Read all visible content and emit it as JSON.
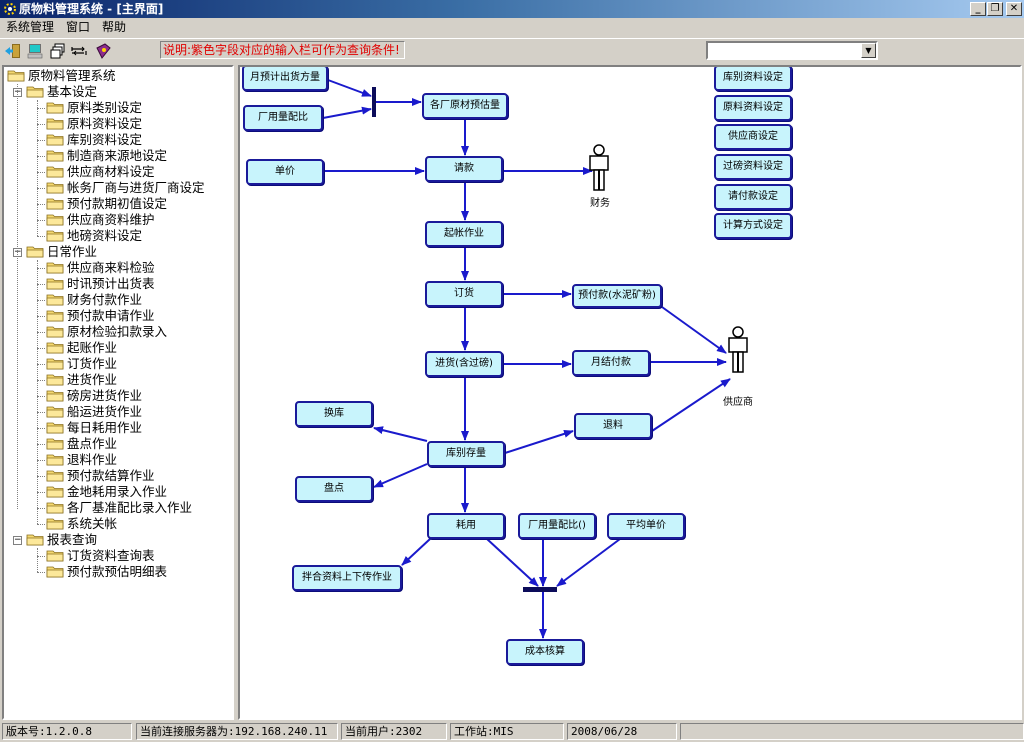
{
  "window": {
    "title": "原物料管理系统 - [主界面]",
    "buttons": {
      "minimize": "_",
      "restore": "❐",
      "close": "✕"
    }
  },
  "menu": [
    "系统管理",
    "窗口",
    "帮助"
  ],
  "toolbar": {
    "icons": [
      "exit-door-icon",
      "computer-icon",
      "cascade-windows-icon",
      "tile-windows-icon",
      "help-book-icon"
    ],
    "hint": "说明:紫色字段对应的输入栏可作为查询条件!",
    "combo_value": ""
  },
  "tree": {
    "root": "原物料管理系统",
    "groups": [
      {
        "label": "基本设定",
        "items": [
          "原料类别设定",
          "原料资料设定",
          "库别资料设定",
          "制造商来源地设定",
          "供应商材料设定",
          "帐务厂商与进货厂商设定",
          "预付款期初值设定",
          "供应商资料维护",
          "地磅资料设定"
        ]
      },
      {
        "label": "日常作业",
        "items": [
          "供应商来料检验",
          "时讯预计出货表",
          "财务付款作业",
          "预付款申请作业",
          "原材检验扣款录入",
          "起账作业",
          "订货作业",
          "进货作业",
          "磅房进货作业",
          "船运进货作业",
          "每日耗用作业",
          "盘点作业",
          "退料作业",
          "预付款结算作业",
          "金地耗用录入作业",
          "各厂基准配比录入作业",
          "系统关帐"
        ]
      },
      {
        "label": "报表查询",
        "items": [
          "订货资料查询表",
          "预付款预估明细表"
        ]
      }
    ]
  },
  "diagram": {
    "nodes": {
      "monthly_forecast": "月预计出货方量",
      "factory_ratio": "厂用量配比",
      "estimate": "各厂原材预估量",
      "unit_price": "单价",
      "request_payment": "请款",
      "start_account": "起帐作业",
      "order": "订货",
      "prepay": "预付款(水泥矿粉)",
      "receive": "进货(含过磅)",
      "monthly_pay": "月结付款",
      "transfer": "换库",
      "stock": "库别存量",
      "return": "退料",
      "inventory": "盘点",
      "consume": "耗用",
      "factory_ratio2": "厂用量配比()",
      "avg_price": "平均单价",
      "mix_upload": "拌合资料上下传作业",
      "cost": "成本核算",
      "set_warehouse": "库别资料设定",
      "set_material": "原料资料设定",
      "set_supplier": "供应商设定",
      "set_scale": "过磅资料设定",
      "set_payment": "请付款设定",
      "set_calc": "计算方式设定"
    },
    "actors": {
      "finance": "财务",
      "supplier": "供应商"
    },
    "colors": {
      "node_fill": "#c8f4fc",
      "node_border": "#1a1a9a",
      "arrow": "#1a1acc",
      "bar": "#0c0c5a"
    }
  },
  "status": {
    "version": "版本号:1.2.0.8",
    "server": "当前连接服务器为:192.168.240.11",
    "user": "当前用户:2302",
    "workstation": "工作站:MIS",
    "date": "2008/06/28",
    "extra": ""
  }
}
